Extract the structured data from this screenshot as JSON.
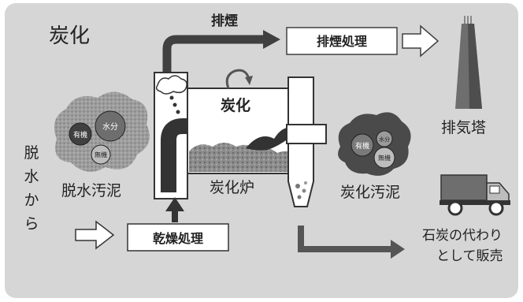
{
  "title": "炭化",
  "labels": {
    "exhaust_smoke": "排煙",
    "exhaust_treatment": "排煙処理",
    "chimney": "排気塔",
    "carbonization": "炭化",
    "furnace": "炭化炉",
    "dewatered_from": "脱水から",
    "dewatered_sludge": "脱水汚泥",
    "drying": "乾燥処理",
    "carbonized_sludge": "炭化汚泥",
    "coal_substitute_line1": "石炭の代わり",
    "coal_substitute_line2": "として販売"
  },
  "sludge_in": {
    "organic": "有機",
    "water": "水分",
    "inorganic": "無機"
  },
  "sludge_out": {
    "organic": "有機",
    "water": "水分",
    "inorganic": "無機"
  },
  "colors": {
    "panel": "#d6d6d6",
    "dark": "#404040",
    "mid": "#6e6e6e",
    "light": "#9a9a9a"
  }
}
